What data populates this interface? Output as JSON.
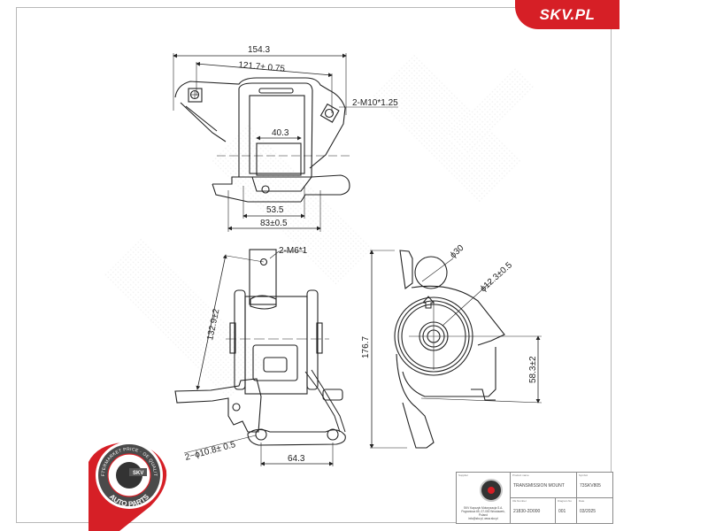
{
  "brand": {
    "label": "SKV.PL",
    "color": "#d61f26"
  },
  "badge": {
    "top_text": "AFTERMARKET PRICE · OE QUALITY",
    "center_text": "SKV",
    "bottom_text": "AUTO PARTS",
    "ring_color": "#d61f26"
  },
  "dimensions": {
    "top_view": {
      "overall_width": "154.3",
      "hole_spacing": "121.7± 0.75",
      "thread": "2-M10*1.25",
      "inner_width": "40.3",
      "base_width": "53.5",
      "bottom_width": "83±0.5"
    },
    "front_view": {
      "thread": "2-M6*1",
      "height_diag": "132.9±2",
      "hole_dia": "2−ϕ10.8± 0.5",
      "hole_spacing": "64.3"
    },
    "side_view": {
      "overall_height": "176.7",
      "boss_dia": "ϕ30",
      "bore_dia": "ϕ12.3±0.5",
      "center_height": "58.3±2"
    }
  },
  "title_block": {
    "supplier_label": "Supplier",
    "company_lines": [
      "SKV Kapczyk Motoryzacja S.A.",
      "Pogranicza 65, 07-000 Wrocławek, Poland",
      "info@skv.pl, www.skv.pl"
    ],
    "product_name_label": "Product name",
    "product_name": "TRANSMISSION MOUNT",
    "symbol_label": "Symbol",
    "symbol": "73SKV805",
    "oe_number_label": "OE Number",
    "oe_number": "21830-2D000",
    "diagram_no_label": "Diagram No",
    "diagram_no": "001",
    "date_label": "Date",
    "date": "03/2025"
  }
}
